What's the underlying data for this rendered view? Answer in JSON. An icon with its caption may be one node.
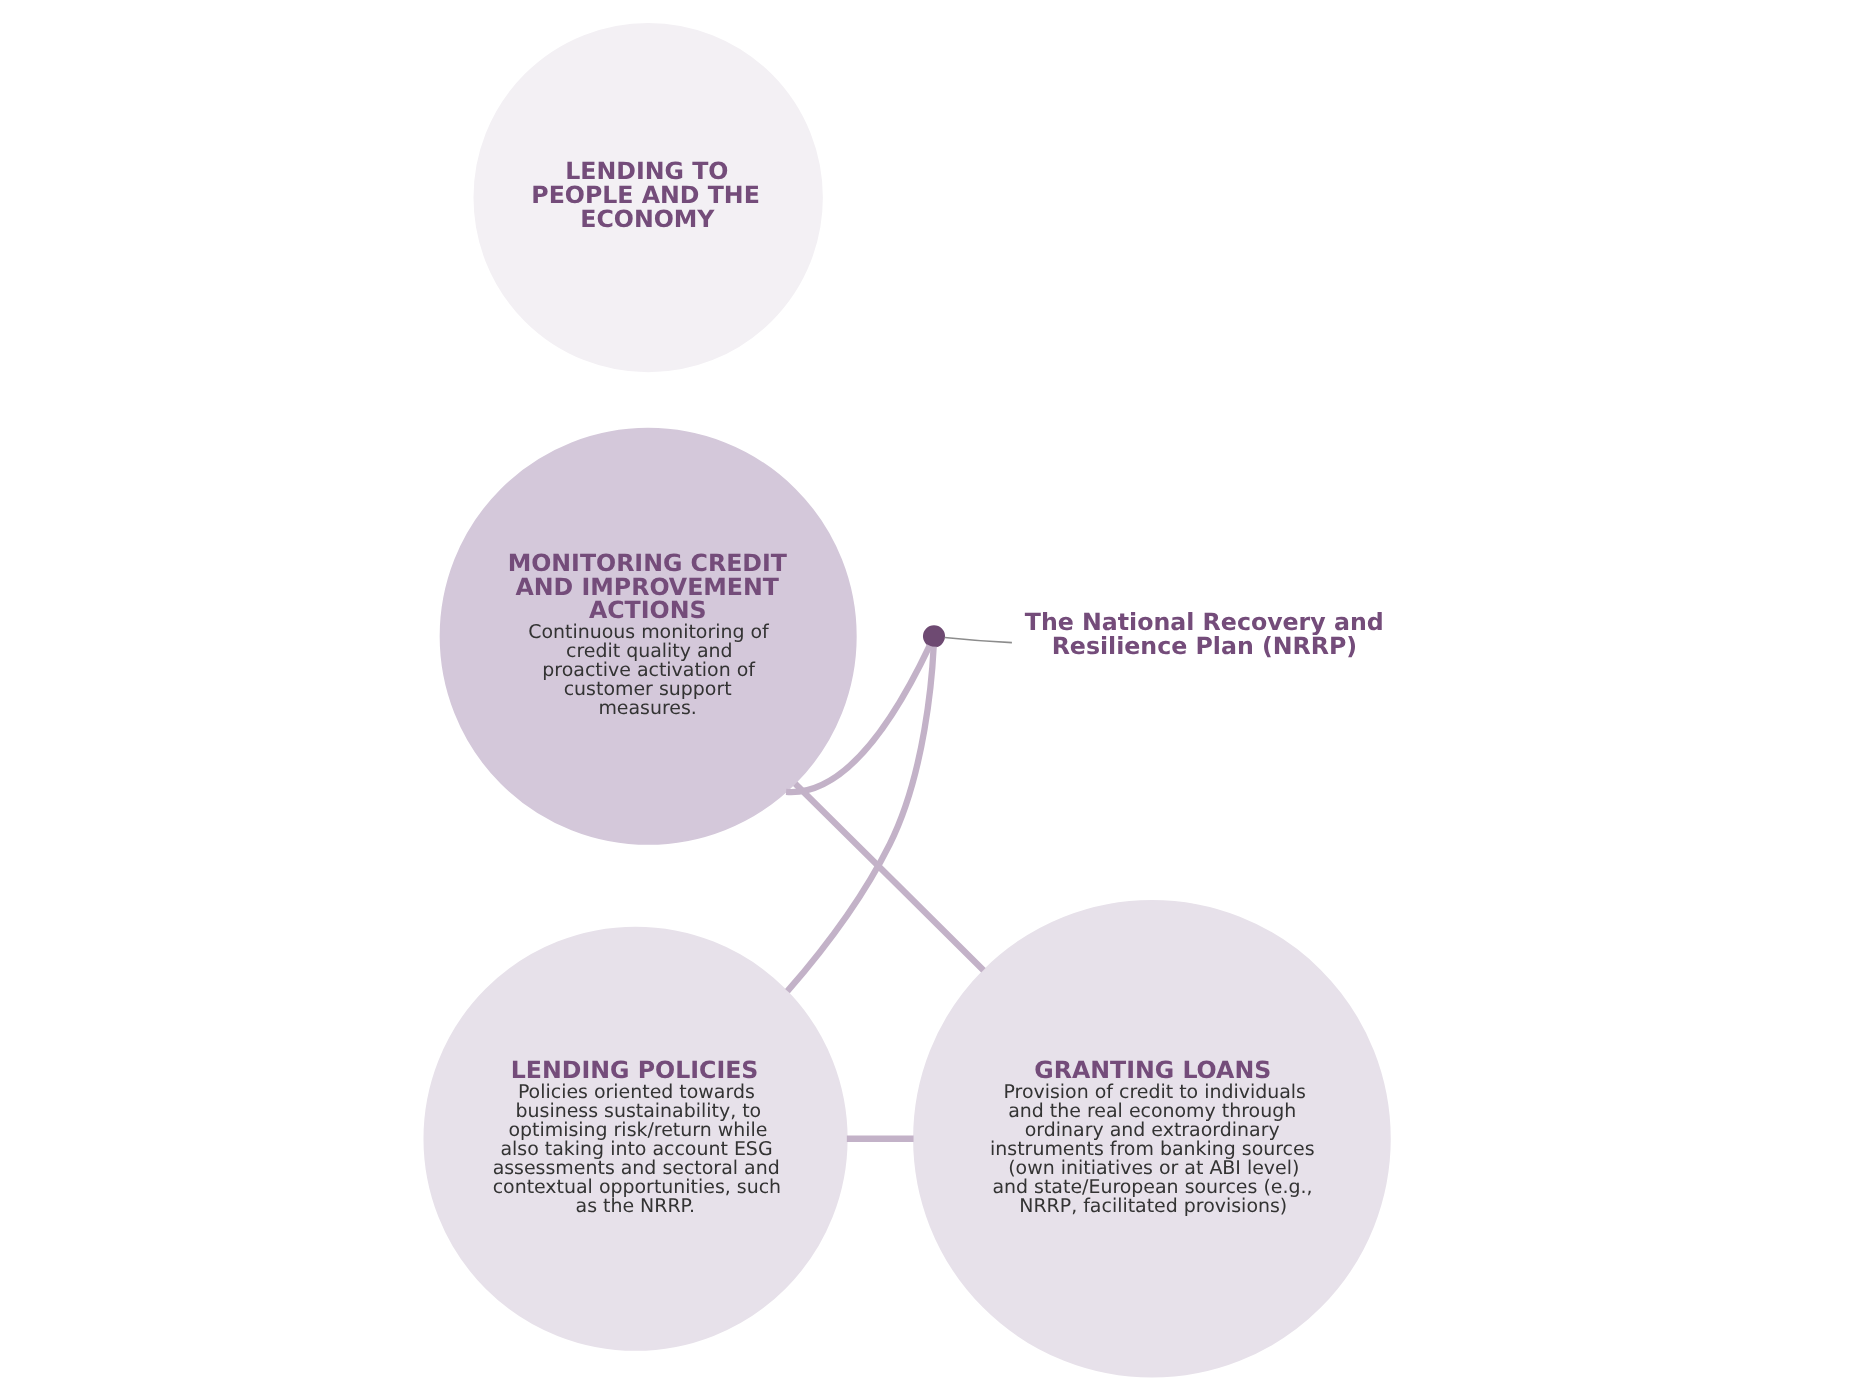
{
  "diagram": {
    "nodes": [
      {
        "text": [
          "LENDING TO PEOPLE AND THE ECONOMY"
        ]
      },
      {
        "text": [
          "LENDING POLICIES",
          "Policies oriented towards business sustainability, to optimising risk/return while also taking into account ESG assessments and sectoral and contextual opportunities, such as the NRRP."
        ]
      },
      {
        "text": [
          "GRANTING LOANS",
          "Provision of credit to individuals and the real economy through ordinary and extraordinary instruments from banking sources (own initiatives or at ABI level) and state/European sources (e.g., NRRP, facilitated provisions)"
        ]
      },
      {
        "text": [
          "MONITORING CREDIT AND IMPROVEMENT ACTIONS",
          "Continuous monitoring of credit quality and proactive activation of customer support measures."
        ]
      },
      {
        "text": [],
        "shape": "circle"
      },
      {
        "text": [
          "The National Recovery and Resilience Plan (NRRP)"
        ]
      }
    ],
    "edges": [
      {
        "from": 1,
        "to": 2,
        "arrow": "none"
      },
      {
        "from": 2,
        "to": 3,
        "arrow": "none"
      },
      {
        "from": 3,
        "to": 4,
        "arrow": "none"
      },
      {
        "from": 4,
        "to": 1,
        "arrow": "none"
      },
      {
        "from": 5,
        "to": 4,
        "arrow": "none",
        "color": "#8c8c8c"
      }
    ]
  }
}
